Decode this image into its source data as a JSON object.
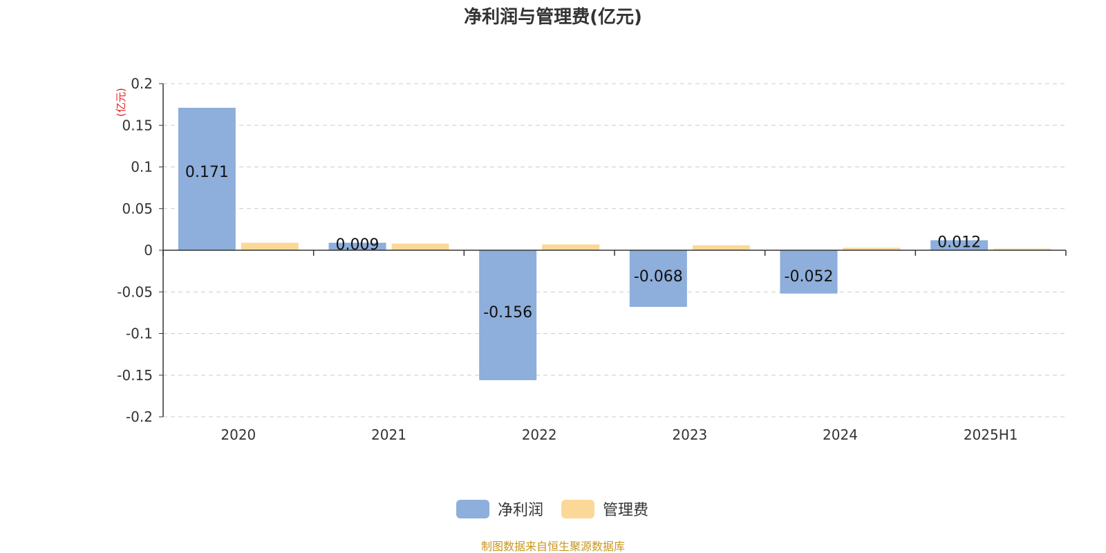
{
  "chart_data": {
    "type": "bar",
    "title": "净利润与管理费(亿元)",
    "ylabel": "(亿元)",
    "categories": [
      "2020",
      "2021",
      "2022",
      "2023",
      "2024",
      "2025H1"
    ],
    "ylim": [
      -0.2,
      0.2
    ],
    "yticks": [
      0.2,
      0.15,
      0.1,
      0.05,
      0,
      -0.05,
      -0.1,
      -0.15,
      -0.2
    ],
    "ytick_labels": [
      "0.2",
      "0.15",
      "0.1",
      "0.05",
      "0",
      "-0.05",
      "-0.1",
      "-0.15",
      "-0.2"
    ],
    "grid": true,
    "legend_position": "bottom",
    "series": [
      {
        "name": "净利润",
        "color": "#8eaedb",
        "values": [
          0.171,
          0.009,
          -0.156,
          -0.068,
          -0.052,
          0.012
        ],
        "labels": [
          "0.171",
          "0.009",
          "-0.156",
          "-0.068",
          "-0.052",
          "0.012"
        ]
      },
      {
        "name": "管理费",
        "color": "#fcd898",
        "values": [
          0.009,
          0.008,
          0.007,
          0.006,
          0.003,
          0.002
        ]
      }
    ]
  },
  "source": "制图数据来自恒生聚源数据库"
}
